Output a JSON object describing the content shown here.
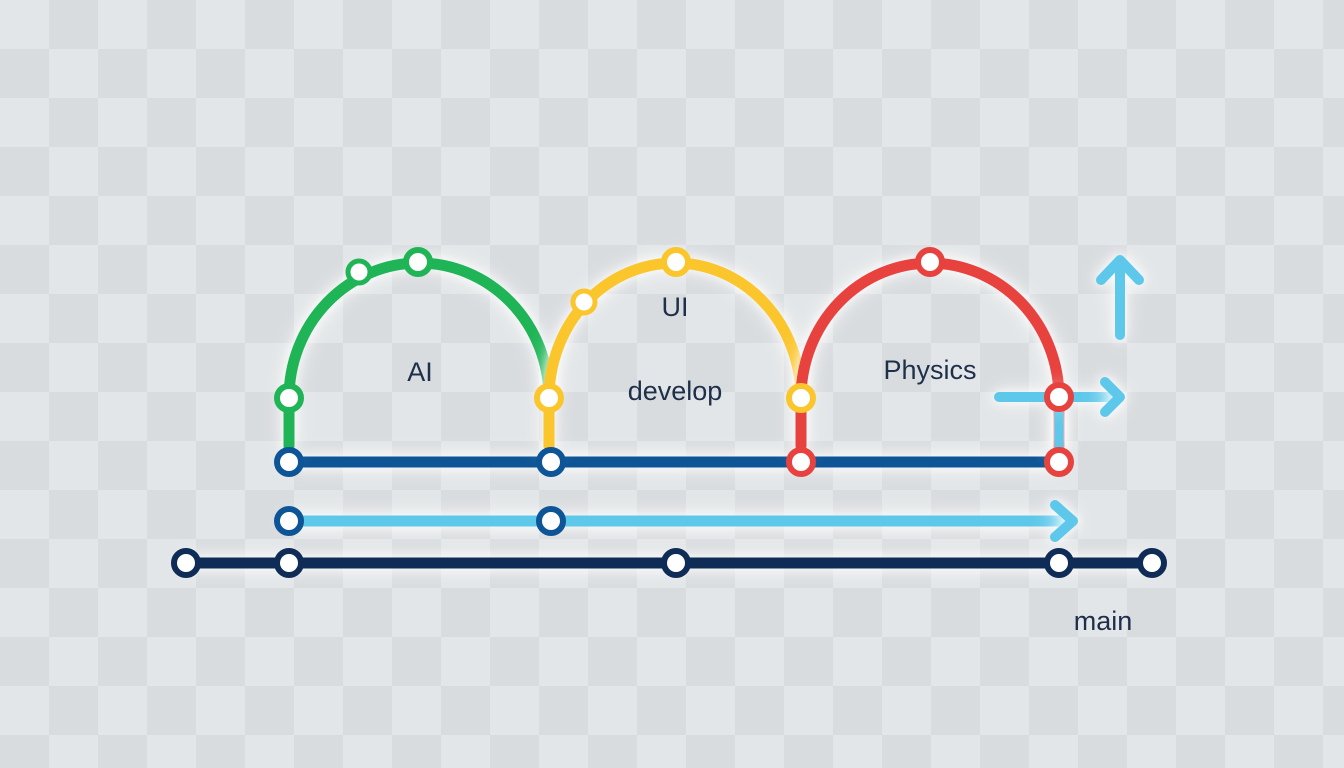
{
  "colors": {
    "background": "#e3e6e8",
    "main": "#0f2c57",
    "develop": "#5ec8ea",
    "blue_branch": "#0d5596",
    "ai": "#1fb556",
    "ui": "#fbc52c",
    "physics": "#e8423f"
  },
  "labels": {
    "ai": "AI",
    "ui": "UI",
    "develop": "develop",
    "physics": "Physics",
    "main": "main"
  },
  "icons": {
    "up_arrow": "arrow-up-icon",
    "right_arrow": "arrow-right-icon"
  }
}
